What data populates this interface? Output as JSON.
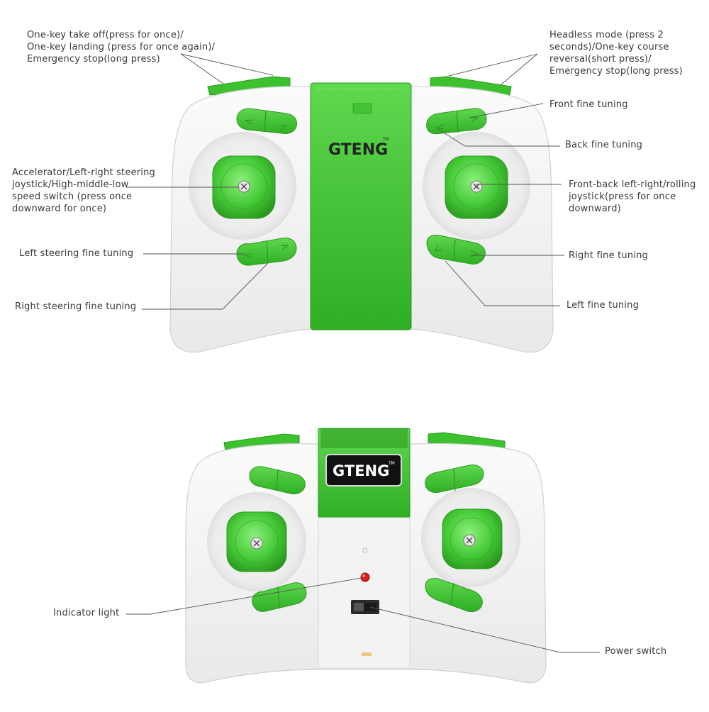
{
  "brand": {
    "logo_text": "GTENG",
    "trademark": "TM"
  },
  "top_remote": {
    "labels": {
      "takeoff_landing": [
        "One-key take off(press for once)/",
        "One-key landing (press for once again)/",
        "Emergency stop(long press)"
      ],
      "headless_mode": [
        "Headless mode (press 2",
        "seconds)/One-key course",
        "reversal(short press)/",
        "Emergency stop(long press)"
      ],
      "front_fine_tuning": [
        "Front fine tuning"
      ],
      "back_fine_tuning": [
        "Back fine tuning"
      ],
      "left_joystick": [
        "Accelerator/Left-right steering",
        "joystick/High-middle-low",
        "speed switch (press once",
        "downward for once)"
      ],
      "right_joystick": [
        "Front-back left-right/rolling",
        "joystick(press for once",
        "downward)"
      ],
      "left_steering_fine_tuning": [
        "Left steering fine tuning"
      ],
      "right_steering_fine_tuning": [
        "Right steering fine tuning"
      ],
      "right_fine_tuning": [
        "Right fine tuning"
      ],
      "left_fine_tuning": [
        "Left fine tuning"
      ]
    }
  },
  "bottom_remote": {
    "labels": {
      "indicator_light": [
        "Indicator light"
      ],
      "power_switch": [
        "Power switch"
      ]
    }
  },
  "colors": {
    "green": "#3cc22e",
    "green_dark": "#2a9a1f",
    "green_light": "#7be06c",
    "body_white": "#f4f4f4",
    "text": "#3a3a3a",
    "leader_line": "#555555",
    "led_red": "#d81e1e"
  }
}
